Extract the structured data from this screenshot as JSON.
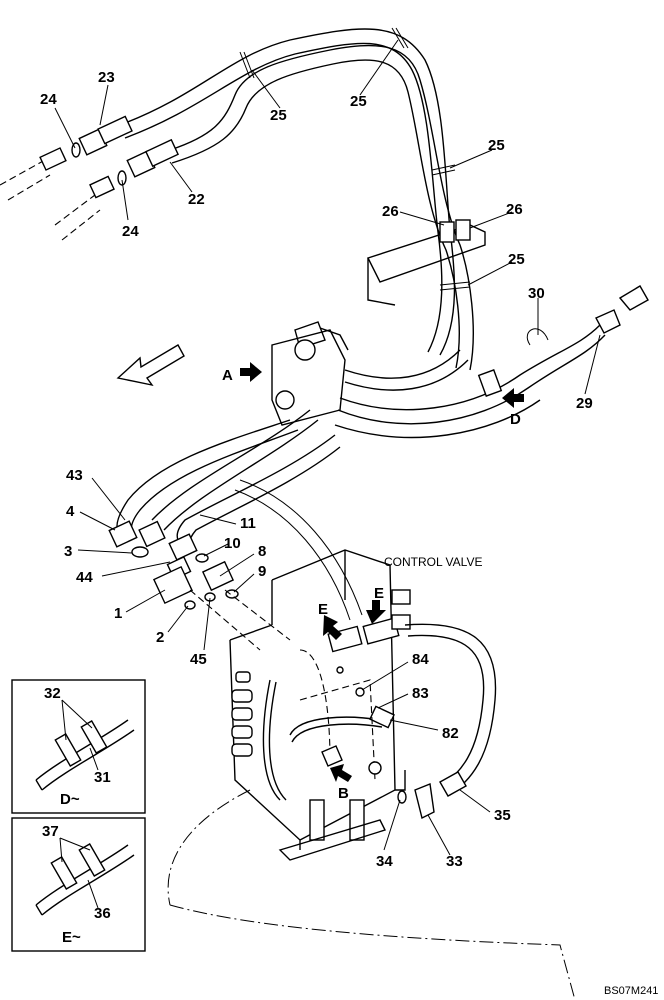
{
  "drawing": {
    "control_valve_label": "CONTROL VALVE",
    "reference_code": "BS07M241"
  },
  "part_numbers": {
    "p23": "23",
    "p24a": "24",
    "p24b": "24",
    "p22": "22",
    "p25a": "25",
    "p25b": "25",
    "p25c": "25",
    "p25d": "25",
    "p26a": "26",
    "p26b": "26",
    "p30": "30",
    "p29": "29",
    "p43": "43",
    "p4": "4",
    "p3": "3",
    "p44": "44",
    "p1": "1",
    "p2": "2",
    "p45": "45",
    "p10": "10",
    "p8": "8",
    "p9": "9",
    "p11": "11",
    "p84": "84",
    "p83": "83",
    "p82": "82",
    "p35": "35",
    "p34": "34",
    "p33": "33"
  },
  "view_markers": {
    "A": "A",
    "B": "B",
    "D": "D",
    "E1": "E",
    "E2": "E"
  },
  "insets": {
    "d_view": {
      "label": "D~",
      "part_top": "32",
      "part_bottom": "31"
    },
    "e_view": {
      "label": "E~",
      "part_top": "37",
      "part_bottom": "36"
    }
  }
}
